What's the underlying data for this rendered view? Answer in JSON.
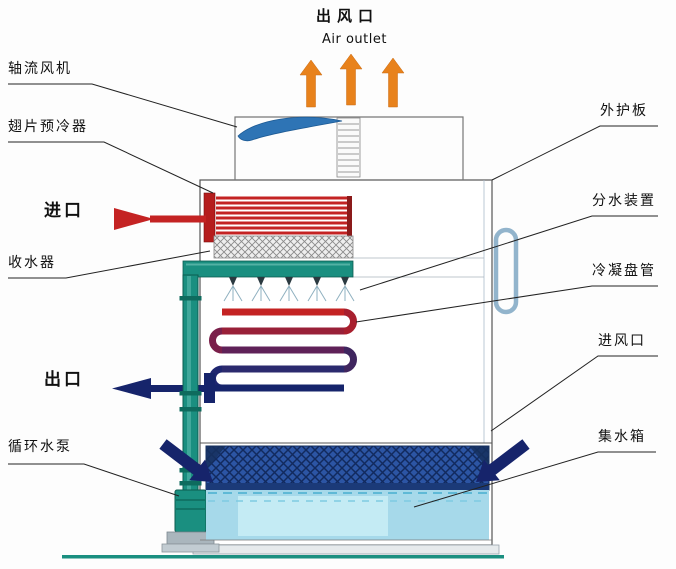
{
  "labels": {
    "air_outlet_cn": "出风口",
    "air_outlet_en": "Air outlet",
    "axial_fan": "轴流风机",
    "finned_precooler": "翅片预冷器",
    "inlet": "进口",
    "water_collector": "收水器",
    "outlet": "出口",
    "circulating_pump": "循环水泵",
    "outer_panel": "外护板",
    "water_distributor": "分水装置",
    "condensing_coil": "冷凝盘管",
    "air_inlet": "进风口",
    "water_tank": "集水箱"
  },
  "colors": {
    "hot_inlet_red": "#c42323",
    "cold_outlet_navy": "#16246b",
    "pipe_teal": "#1a8f80",
    "air_arrow_orange": "#e8821c",
    "fan_blade_blue": "#2e74b5",
    "mesh_blue": "#2c55a4",
    "water_blue": "#a6d9ea"
  }
}
